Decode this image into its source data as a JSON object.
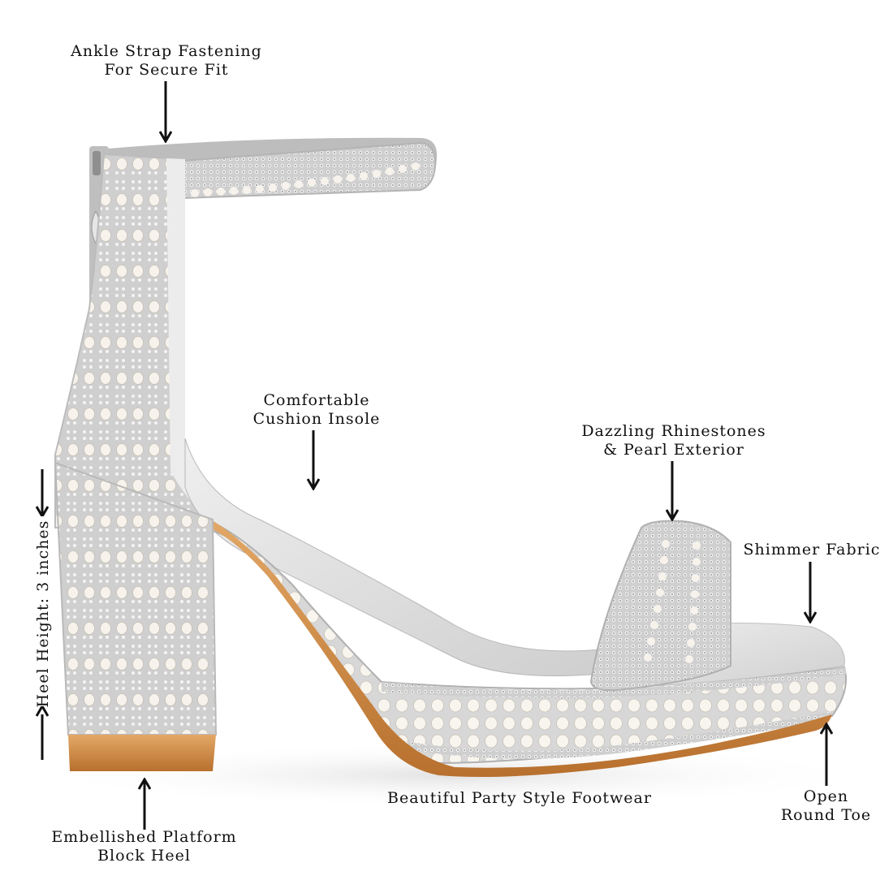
{
  "product": {
    "type": "sandal",
    "colors": {
      "silver": "#d9d9d9",
      "silver_dark": "#a9a9a9",
      "pearl": "#f6f2ea",
      "sole": "#c9803a",
      "sole_light": "#e0a15c",
      "arrow": "#111111",
      "background": "#ffffff"
    }
  },
  "annotations": {
    "ankle_strap": {
      "line1": "Ankle Strap Fastening",
      "line2": "For Secure Fit"
    },
    "insole": {
      "line1": "Comfortable",
      "line2": "Cushion Insole"
    },
    "exterior": {
      "line1": "Dazzling Rhinestones",
      "line2": "& Pearl Exterior"
    },
    "fabric": {
      "line1": "Shimmer Fabric"
    },
    "heel_height": {
      "text": "Heel Height: 3 inches"
    },
    "heel": {
      "line1": "Embellished Platform",
      "line2": "Block Heel"
    },
    "style": {
      "line1": "Beautiful Party Style Footwear"
    },
    "toe": {
      "line1": "Open",
      "line2": "Round Toe"
    }
  }
}
